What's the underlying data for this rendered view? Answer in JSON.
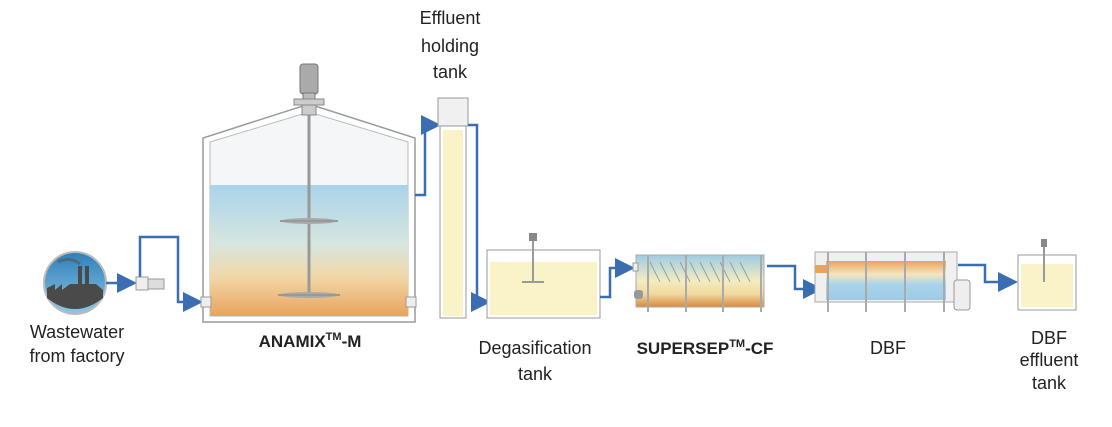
{
  "title": "Wastewater treatment process flow",
  "units": {
    "factory": {
      "line1": "Wastewater",
      "line2": "from factory",
      "icon": "factory-icon"
    },
    "anamix": {
      "name": "ANAMIX",
      "tm": "TM",
      "suffix": "-M"
    },
    "holding_tank": {
      "line1": "Effluent",
      "line2": "holding",
      "line3": "tank"
    },
    "degasification": {
      "line1": "Degasification",
      "line2": "tank"
    },
    "supersep": {
      "name": "SUPERSEP",
      "tm": "TM",
      "suffix": "-CF"
    },
    "dbf": {
      "name": "DBF"
    },
    "dbf_effluent": {
      "line1": "DBF",
      "line2": "effluent",
      "line3": "tank"
    }
  },
  "colors": {
    "pipe": "#3b6db3",
    "water": "#a9d3ea",
    "sludge": "#e9a35c",
    "effluent": "#fbf3c8"
  }
}
